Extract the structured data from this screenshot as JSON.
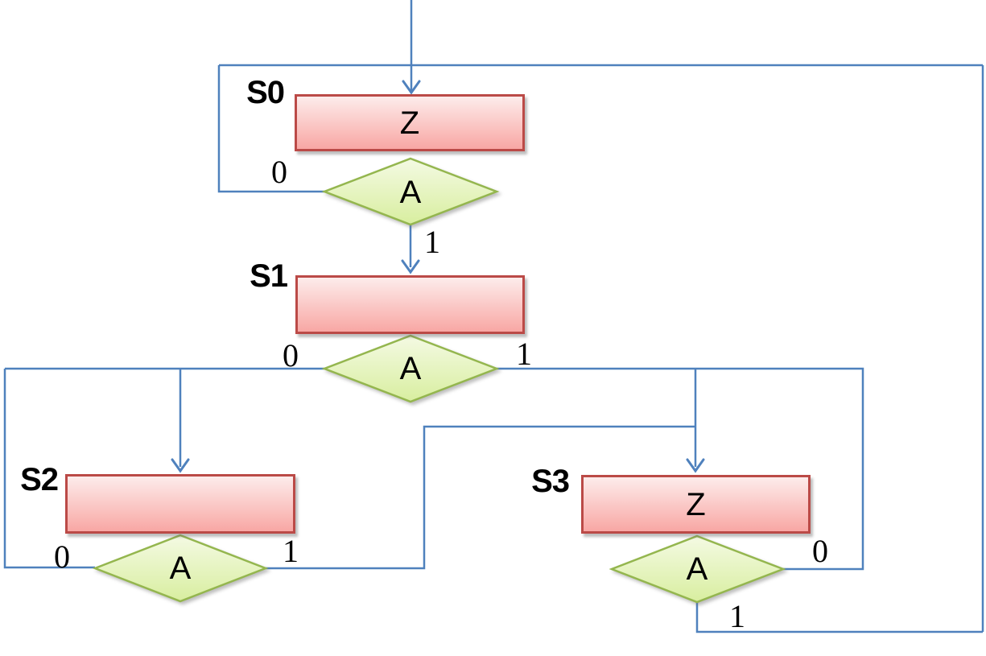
{
  "colors": {
    "line": "#4f81bd",
    "state_box_border": "#bb4a47",
    "state_box_fill_top": "#fdeceb",
    "state_box_fill_bottom": "#f8a7a4",
    "diamond_border": "#94b64e",
    "diamond_fill_top": "#f4fae3",
    "diamond_fill_bottom": "#d8ee9f",
    "label_text": "#000000"
  },
  "diagram_type": "asm-state-machine-flowchart",
  "states": [
    {
      "name": "S0",
      "output": "Z",
      "decision": "A",
      "branch0": "0",
      "branch1": "1"
    },
    {
      "name": "S1",
      "output": "",
      "decision": "A",
      "branch0": "0",
      "branch1": "1"
    },
    {
      "name": "S2",
      "output": "",
      "decision": "A",
      "branch0": "0",
      "branch1": "1"
    },
    {
      "name": "S3",
      "output": "Z",
      "decision": "A",
      "branch0": "0",
      "branch1": "1"
    }
  ]
}
